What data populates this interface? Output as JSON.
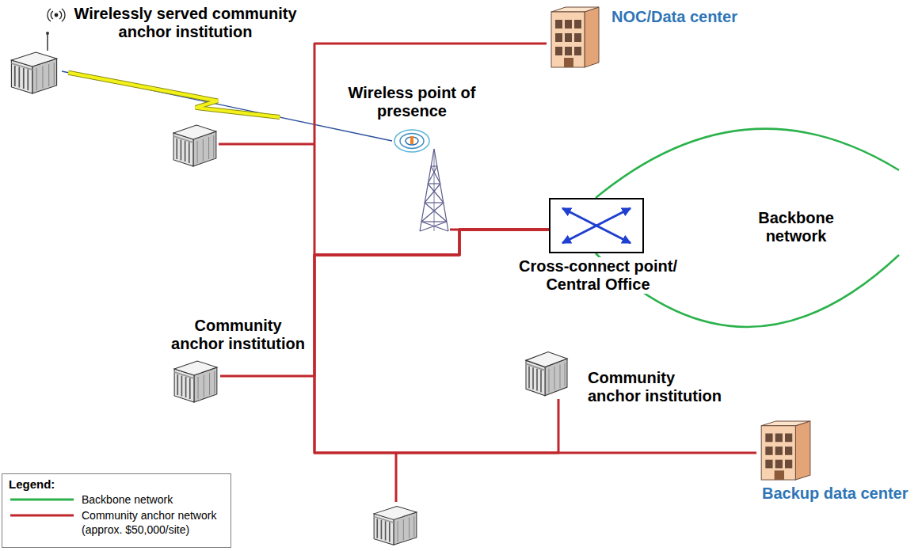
{
  "diagram": {
    "nodes": [
      {
        "text": [
          "Wirelessly served community anchor institution"
        ]
      },
      {
        "text": [
          "NOC/Data center"
        ]
      },
      {
        "text": [
          "Wireless point of presence"
        ]
      },
      {
        "text": [
          "Cross-connect point/ Central Office"
        ]
      },
      {
        "text": [
          "Backbone network"
        ]
      },
      {
        "text": [
          "Community anchor institution"
        ]
      },
      {
        "text": [
          "Community anchor institution"
        ]
      },
      {
        "text": [
          "Backup data center"
        ]
      }
    ],
    "edges": [
      {
        "from": 0,
        "to": 2,
        "arrow": "none"
      },
      {
        "from": 2,
        "to": 3,
        "arrow": "none"
      },
      {
        "from": 1,
        "to": 3,
        "arrow": "none"
      },
      {
        "from": 5,
        "to": 3,
        "arrow": "none"
      },
      {
        "from": 6,
        "to": 3,
        "arrow": "none"
      },
      {
        "from": 7,
        "to": 3,
        "arrow": "none"
      }
    ],
    "labels": [
      "Legend:"
    ],
    "legend": [
      {
        "text": "Backbone network"
      },
      {
        "text": "Community anchor network (approx. $50,000/site)"
      }
    ]
  }
}
